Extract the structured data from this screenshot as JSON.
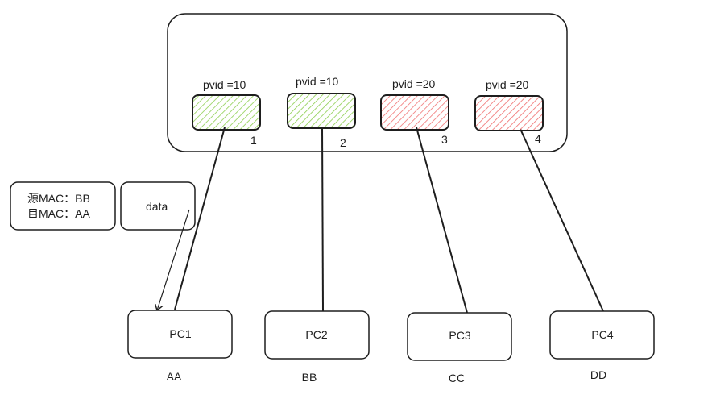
{
  "switch": {
    "ports": [
      {
        "number": "1",
        "pvid_label": "pvid =10",
        "fill": "#8ccf4f",
        "stroke": "#1e1e1e"
      },
      {
        "number": "2",
        "pvid_label": "pvid =10",
        "fill": "#8ccf4f",
        "stroke": "#1e1e1e"
      },
      {
        "number": "3",
        "pvid_label": "pvid =20",
        "fill": "#f07070",
        "stroke": "#1e1e1e"
      },
      {
        "number": "4",
        "pvid_label": "pvid =20",
        "fill": "#f07070",
        "stroke": "#1e1e1e"
      }
    ]
  },
  "frame": {
    "header_line1": "源MAC：BB",
    "header_line2": "目MAC：AA",
    "payload": "data"
  },
  "pcs": [
    {
      "name": "PC1",
      "mac": "AA"
    },
    {
      "name": "PC2",
      "mac": "BB"
    },
    {
      "name": "PC3",
      "mac": "CC"
    },
    {
      "name": "PC4",
      "mac": "DD"
    }
  ]
}
